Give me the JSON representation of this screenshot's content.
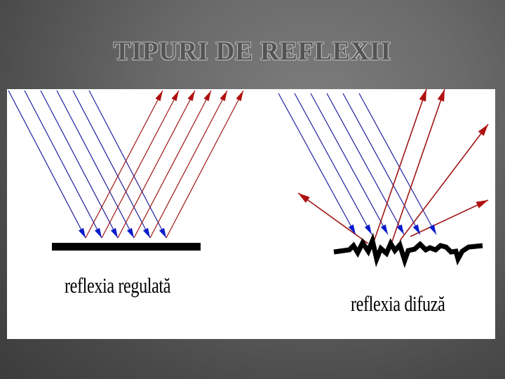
{
  "slide": {
    "title": "TIPURI DE REFLEXII"
  },
  "figure": {
    "regular_caption": "reflexia regulată",
    "diffuse_caption": "reflexia difuză",
    "colors": {
      "incident": "#1f1f9e",
      "reflected": "#a01515",
      "arrowhead_blue": "#0a1ccc",
      "arrowhead_red": "#b01010",
      "surface": "#000000"
    }
  }
}
